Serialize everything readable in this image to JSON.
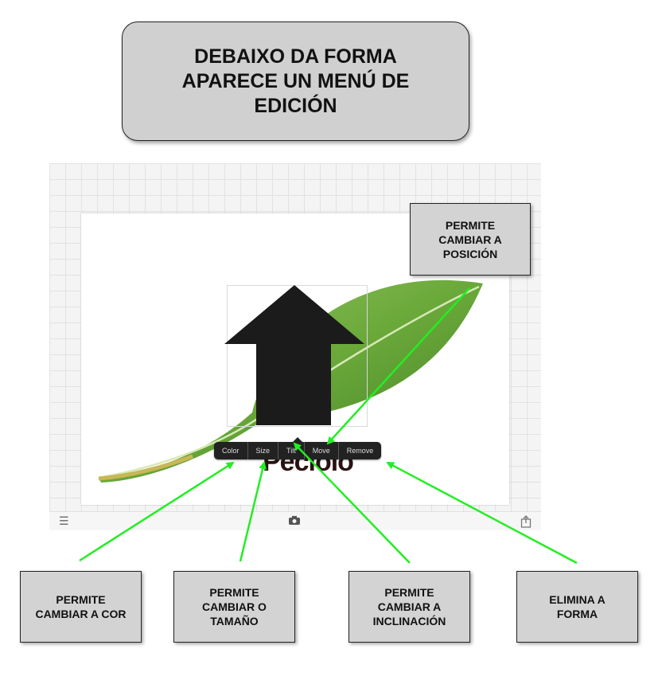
{
  "title": "DEBAIXO DA FORMA APARECE UN MENÚ DE EDICIÓN",
  "editor": {
    "overlay_text": "Peciolo",
    "edit_menu": [
      {
        "label": "Color"
      },
      {
        "label": "Size"
      },
      {
        "label": "Tilt"
      },
      {
        "label": "Move"
      },
      {
        "label": "Remove"
      }
    ],
    "toolbar_icons": [
      "menu-icon",
      "camera-icon",
      "share-icon"
    ]
  },
  "callouts": {
    "position": "PERMITE CAMBIAR A POSICIÓN",
    "color": "PERMITE CAMBIAR A COR",
    "size": "PERMITE CAMBIAR O TAMAÑO",
    "tilt": "PERMITE CAMBIAR A INCLINACIÓN",
    "remove": "ELIMINA A FORMA"
  },
  "colors": {
    "callout_bg": "#d3d3d3",
    "pointer_arrow": "#22ee22",
    "shape_fill": "#1b1b1b",
    "menu_bg": "#222222",
    "leaf": "#6aa83a"
  }
}
